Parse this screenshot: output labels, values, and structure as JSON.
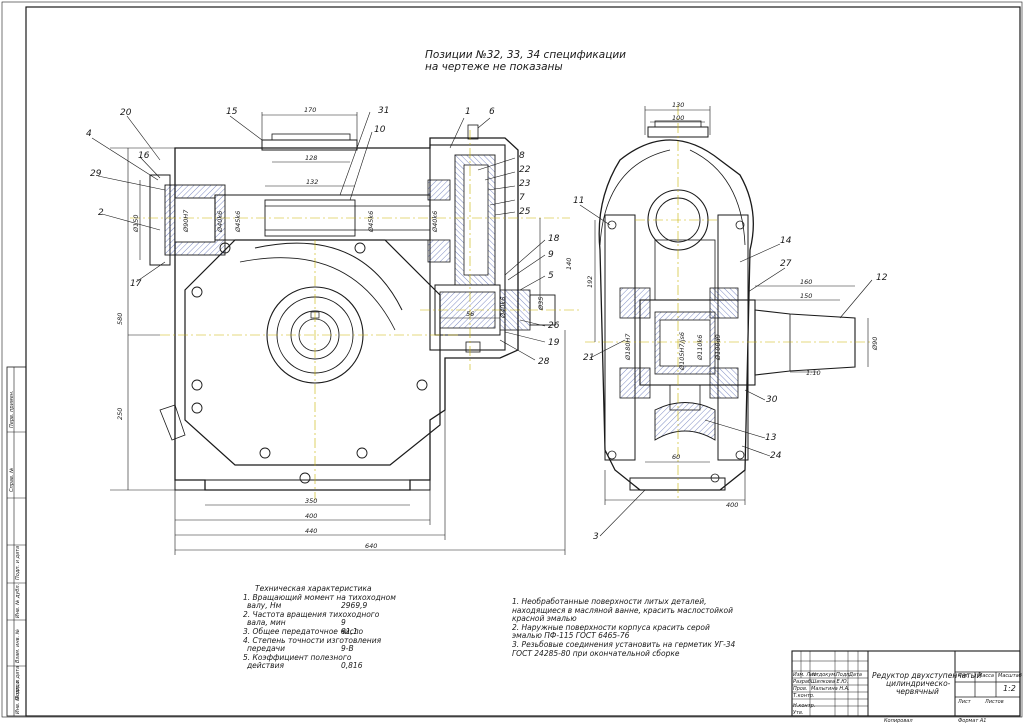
{
  "header": {
    "line1": "Позиции №32, 33, 34 спецификации",
    "line2": "на чертеже не показаны"
  },
  "tech_spec": {
    "title": "Техническая характеристика",
    "items": [
      {
        "label": "1. Вращающий момент на тихоходном",
        "label2": "валу, Нм",
        "value": "2969,9"
      },
      {
        "label": "2. Частота вращения тихоходного",
        "label2": "вала, мин",
        "value": "9"
      },
      {
        "label": "3. Общее передаточное число",
        "label2": "",
        "value": "81,1"
      },
      {
        "label": "4. Степень точности изготовления",
        "label2": "передачи",
        "value": "9-В"
      },
      {
        "label": "5. Коэффициент полезного",
        "label2": "действия",
        "value": "0,816"
      }
    ]
  },
  "notes": [
    "1. Необработанные поверхности литых деталей,",
    "находящиеся в масляной ванне, красить маслостойкой",
    "красной эмалью",
    "2. Наружные поверхности корпуса красить серой",
    "эмалью ПФ-115  ГОСТ 6465-76",
    "3. Резьбовые соединения установить на герметик УГ-34",
    "ГОСТ 24285-80 при окончательной сборке"
  ],
  "title_block": {
    "title_l1": "Редуктор двухступенчатый",
    "title_l2": "цилиндрическо-",
    "title_l3": "червячный",
    "col_lit": "Лит.",
    "col_mass": "Масса",
    "col_scale": "Масштаб",
    "scale": "1:2",
    "sheet": "Лист",
    "sheets": "Листов",
    "rows": [
      "Изм. Лист",
      "Разраб.",
      "Пров.",
      "Т.контр.",
      "Н.контр.",
      "Утв."
    ],
    "head_doc": "№ докум.",
    "head_sign": "Подп.",
    "head_date": "Дата",
    "dev_name": "Шилкова Е.Ю.",
    "chk_name": "Малыгина Н.А.",
    "copied": "Копировал",
    "format": "Формат  А1"
  },
  "side_stamps": [
    "Перв. примен.",
    "Справ. №",
    "Подп. и дата",
    "Инв. № дубл.",
    "Взам. инв. №",
    "Подп. и дата",
    "Инв. № подл."
  ],
  "labels_front": [
    "20",
    "15",
    "31",
    "1",
    "6",
    "4",
    "10",
    "8",
    "16",
    "22",
    "29",
    "23",
    "7",
    "25",
    "2",
    "18",
    "9",
    "17",
    "5",
    "26",
    "19",
    "28"
  ],
  "labels_side": [
    "11",
    "14",
    "27",
    "12",
    "21",
    "30",
    "13",
    "24",
    "3"
  ],
  "dims_front": [
    "170",
    "128",
    "132",
    "Ø150",
    "Ø90H7",
    "Ø40k6",
    "Ø45k6",
    "Ø45k6",
    "Ø40k6",
    "Ø40k6",
    "Ø35",
    "56",
    "140",
    "580",
    "250",
    "350",
    "400",
    "440",
    "640"
  ],
  "dims_side": [
    "130",
    "100",
    "192",
    "160",
    "150",
    "Ø180H7",
    "Ø105H7/js6",
    "Ø110k6",
    "Ø100d9",
    "Ø90",
    "1:10",
    "60",
    "400"
  ],
  "colors": {
    "line": "#1a1a1a",
    "blue": "#2a3f9c",
    "yellow": "#c9b100",
    "bg": "#ffffff"
  }
}
